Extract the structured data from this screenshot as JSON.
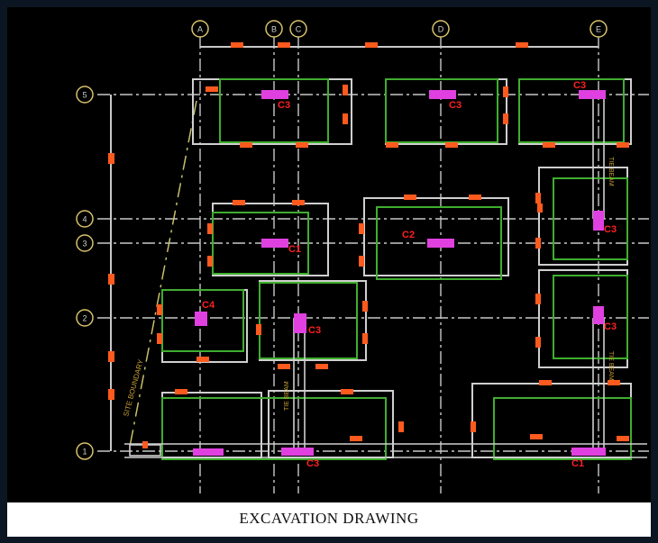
{
  "caption": "EXCAVATION DRAWING",
  "colors": {
    "background": "#000000",
    "grid": "#c8c8c8",
    "footing_outline": "#3fae2e",
    "excavation_outline": "#cfcfcf",
    "column": "#e040e0",
    "marker": "#ff5a1e",
    "label": "#ff2020",
    "bubble": "#d8c26a",
    "annotation": "#c9a033"
  },
  "grid_columns": [
    "A",
    "B",
    "C",
    "D",
    "E"
  ],
  "grid_rows": [
    "5",
    "4",
    "3",
    "2",
    "1"
  ],
  "footing_labels": [
    "C3",
    "C3",
    "C3",
    "C1",
    "C2",
    "C4",
    "C3",
    "C3",
    "C3",
    "C3",
    "C1"
  ],
  "annotations": {
    "site_boundary": "SITE BOUNDARY"
  }
}
